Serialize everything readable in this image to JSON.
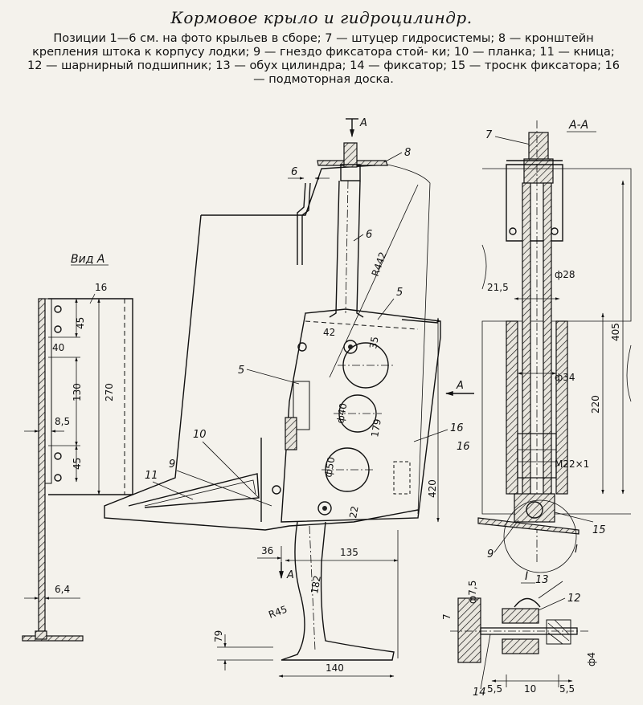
{
  "title": "Кормовое крыло и гидроцилиндр.",
  "caption": {
    "line1": "Позиции 1—6 см. на фото крыльев в сборе; 7 — штуцер гидросистемы;",
    "line2": "8 — кронштейн крепления штока к корпусу лодки; 9 — гнездо фиксатора стой-",
    "line3": "ки; 10 — планка; 11 — кница; 12 — шарнирный подшипник; 13 — обух цилиндра;",
    "line4": "14 — фиксатор; 15 — троснк фиксатора; 16 — подмоторная доска."
  },
  "views": {
    "view_a": "Вид А",
    "section_aa": "А-А",
    "detail_1": "I"
  },
  "section_marks": {
    "top_a": "А",
    "right_a": "А",
    "bottom_a": "А"
  },
  "callouts": {
    "p5_top": "5",
    "p5_left": "5",
    "p6_top": "6",
    "p6_rod": "6",
    "p7": "7",
    "p8": "8",
    "p9_main": "9",
    "p9_cyl": "9",
    "p10": "10",
    "p11": "11",
    "p12": "12",
    "p13": "13",
    "p14": "14",
    "p15": "15",
    "p16_view": "16",
    "p16_main": "16",
    "p16_cyl": "16",
    "detail_ref": "I"
  },
  "dimensions": {
    "view_45_top": "45",
    "view_40": "40",
    "view_130": "130",
    "view_270": "270",
    "view_8_5": "8,5",
    "view_45_bot": "45",
    "view_6_4": "6,4",
    "r442": "R442",
    "d42": "42",
    "d35": "35",
    "d40": "ф40",
    "d179": "179",
    "d50": "ф50",
    "d22": "22",
    "d420": "420",
    "d36": "36",
    "d135": "135",
    "d182": "182",
    "r45": "R45",
    "d79": "79",
    "d140": "140",
    "cyl_21_5": "21,5",
    "cyl_d28": "ф28",
    "cyl_d34": "ф34",
    "cyl_405": "405",
    "cyl_220": "220",
    "cyl_m22": "M22×1",
    "det_7": "7",
    "det_d7_5": "ф7,5",
    "det_d4": "ф4",
    "det_5_5a": "5,5",
    "det_10": "10",
    "det_5_5b": "5,5"
  }
}
